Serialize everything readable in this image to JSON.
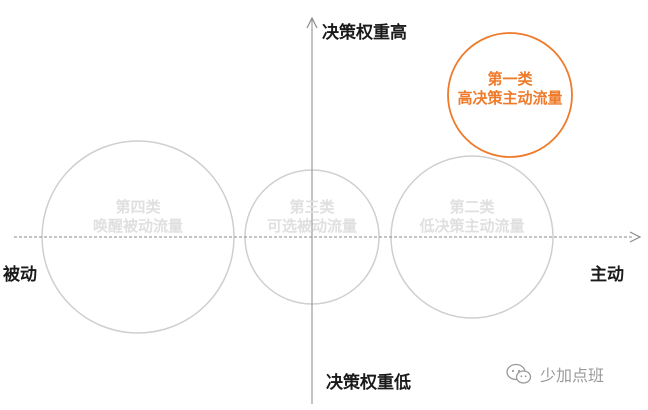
{
  "axes": {
    "y_top": "决策权重高",
    "y_bottom": "决策权重低",
    "x_left": "被动",
    "x_right": "主动"
  },
  "circles": [
    {
      "line1": "第一类",
      "line2": "高决策主动流量"
    },
    {
      "line1": "第二类",
      "line2": "低决策主动流量"
    },
    {
      "line1": "第三类",
      "line2": "可选被动流量"
    },
    {
      "line1": "第四类",
      "line2": "唤醒被动流量"
    }
  ],
  "colors": {
    "accent_orange": "#ee7a2a",
    "circle_grey": "#cfcfcf",
    "axis_grey": "#8a8a8a",
    "faded_text": "#e0e0e0"
  },
  "watermark": {
    "icon": "wechat-icon",
    "text": "少加点班"
  }
}
